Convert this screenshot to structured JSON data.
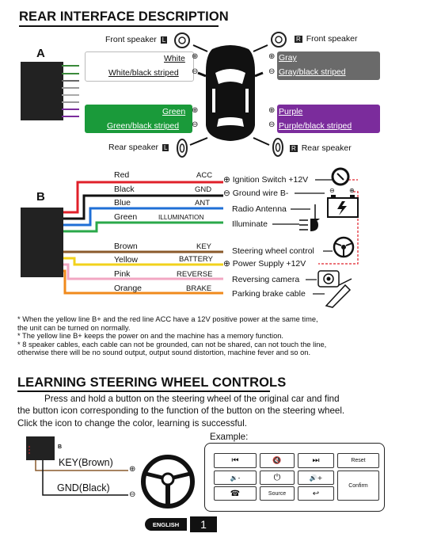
{
  "section1": {
    "title": "REAR INTERFACE DESCRIPTION"
  },
  "connectorA": {
    "label": "A"
  },
  "connectorB": {
    "label": "B"
  },
  "speakers": {
    "front_left": "Front speaker",
    "front_right": "Front speaker",
    "rear_left": "Rear speaker",
    "rear_right": "Rear speaker",
    "left_badge": "L",
    "right_badge": "R"
  },
  "speaker_boxes": {
    "white": {
      "plus": "White",
      "minus": "White/black striped",
      "color": "#ffffff"
    },
    "gray": {
      "plus": "Gray",
      "minus": "Gray/black striped",
      "color": "#6a6a6a"
    },
    "green": {
      "plus": "Green",
      "minus": "Green/black striped",
      "color": "#1a9a3a"
    },
    "purple": {
      "plus": "Purple",
      "minus": "Purple/black striped",
      "color": "#7b2c9c"
    }
  },
  "wires": [
    {
      "color_name": "Red",
      "function": "ACC",
      "wire_color": "#e0202a",
      "target": "Ignition Switch +12V"
    },
    {
      "color_name": "Black",
      "function": "GND",
      "wire_color": "#111111",
      "target": "Ground wire B-"
    },
    {
      "color_name": "Blue",
      "function": "ANT",
      "wire_color": "#1f6fd6",
      "target": "Radio Antenna"
    },
    {
      "color_name": "Green",
      "function": "ILLUMINATION",
      "wire_color": "#2aa84a",
      "target": "Illuminate"
    },
    {
      "color_name": "Brown",
      "function": "KEY",
      "wire_color": "#8a5a2b",
      "target": "Steering wheel control"
    },
    {
      "color_name": "Yellow",
      "function": "BATTERY",
      "wire_color": "#f2d21b",
      "target": "Power Supply +12V"
    },
    {
      "color_name": "Pink",
      "function": "REVERSE",
      "wire_color": "#f2a7c3",
      "target": "Reversing camera"
    },
    {
      "color_name": "Orange",
      "function": "BRAKE",
      "wire_color": "#f08a1c",
      "target": "Parking brake cable"
    }
  ],
  "notes": [
    "* When the yellow line B+ and the red line ACC have a 12V positive power at the same time,",
    "   the unit can be turned on normally.",
    "* The yellow line B+ keeps the power on and the machine has a memory function.",
    "* 8 speaker cables, each cable can not be grounded, can not be shared, can not touch the line,",
    "   otherwise there will be no sound output, output sound distortion, machine fever and so on."
  ],
  "section2": {
    "title": "LEARNING STEERING WHEEL CONTROLS",
    "para1": "Press and hold a button on the steering wheel of the original car and find",
    "para2": "the button icon corresponding to the function of the button on the steering wheel.",
    "para3": "Click the icon to change the color, learning is successful.",
    "example": "Example:",
    "connector_label": "B",
    "key_wire": "KEY(Brown)",
    "gnd_wire": "GND(Black)"
  },
  "panel_buttons": {
    "prev": "⏮",
    "mute": "🔇",
    "next": "⏭",
    "reset": "Reset",
    "vol_down": "🔉-",
    "power": "⏻",
    "vol_up": "🔊+",
    "confirm": "Confirm",
    "phone_hangup": "☎",
    "source": "Source",
    "phone_answer": "↩"
  },
  "footer": {
    "language": "ENGLISH",
    "page": "1"
  }
}
